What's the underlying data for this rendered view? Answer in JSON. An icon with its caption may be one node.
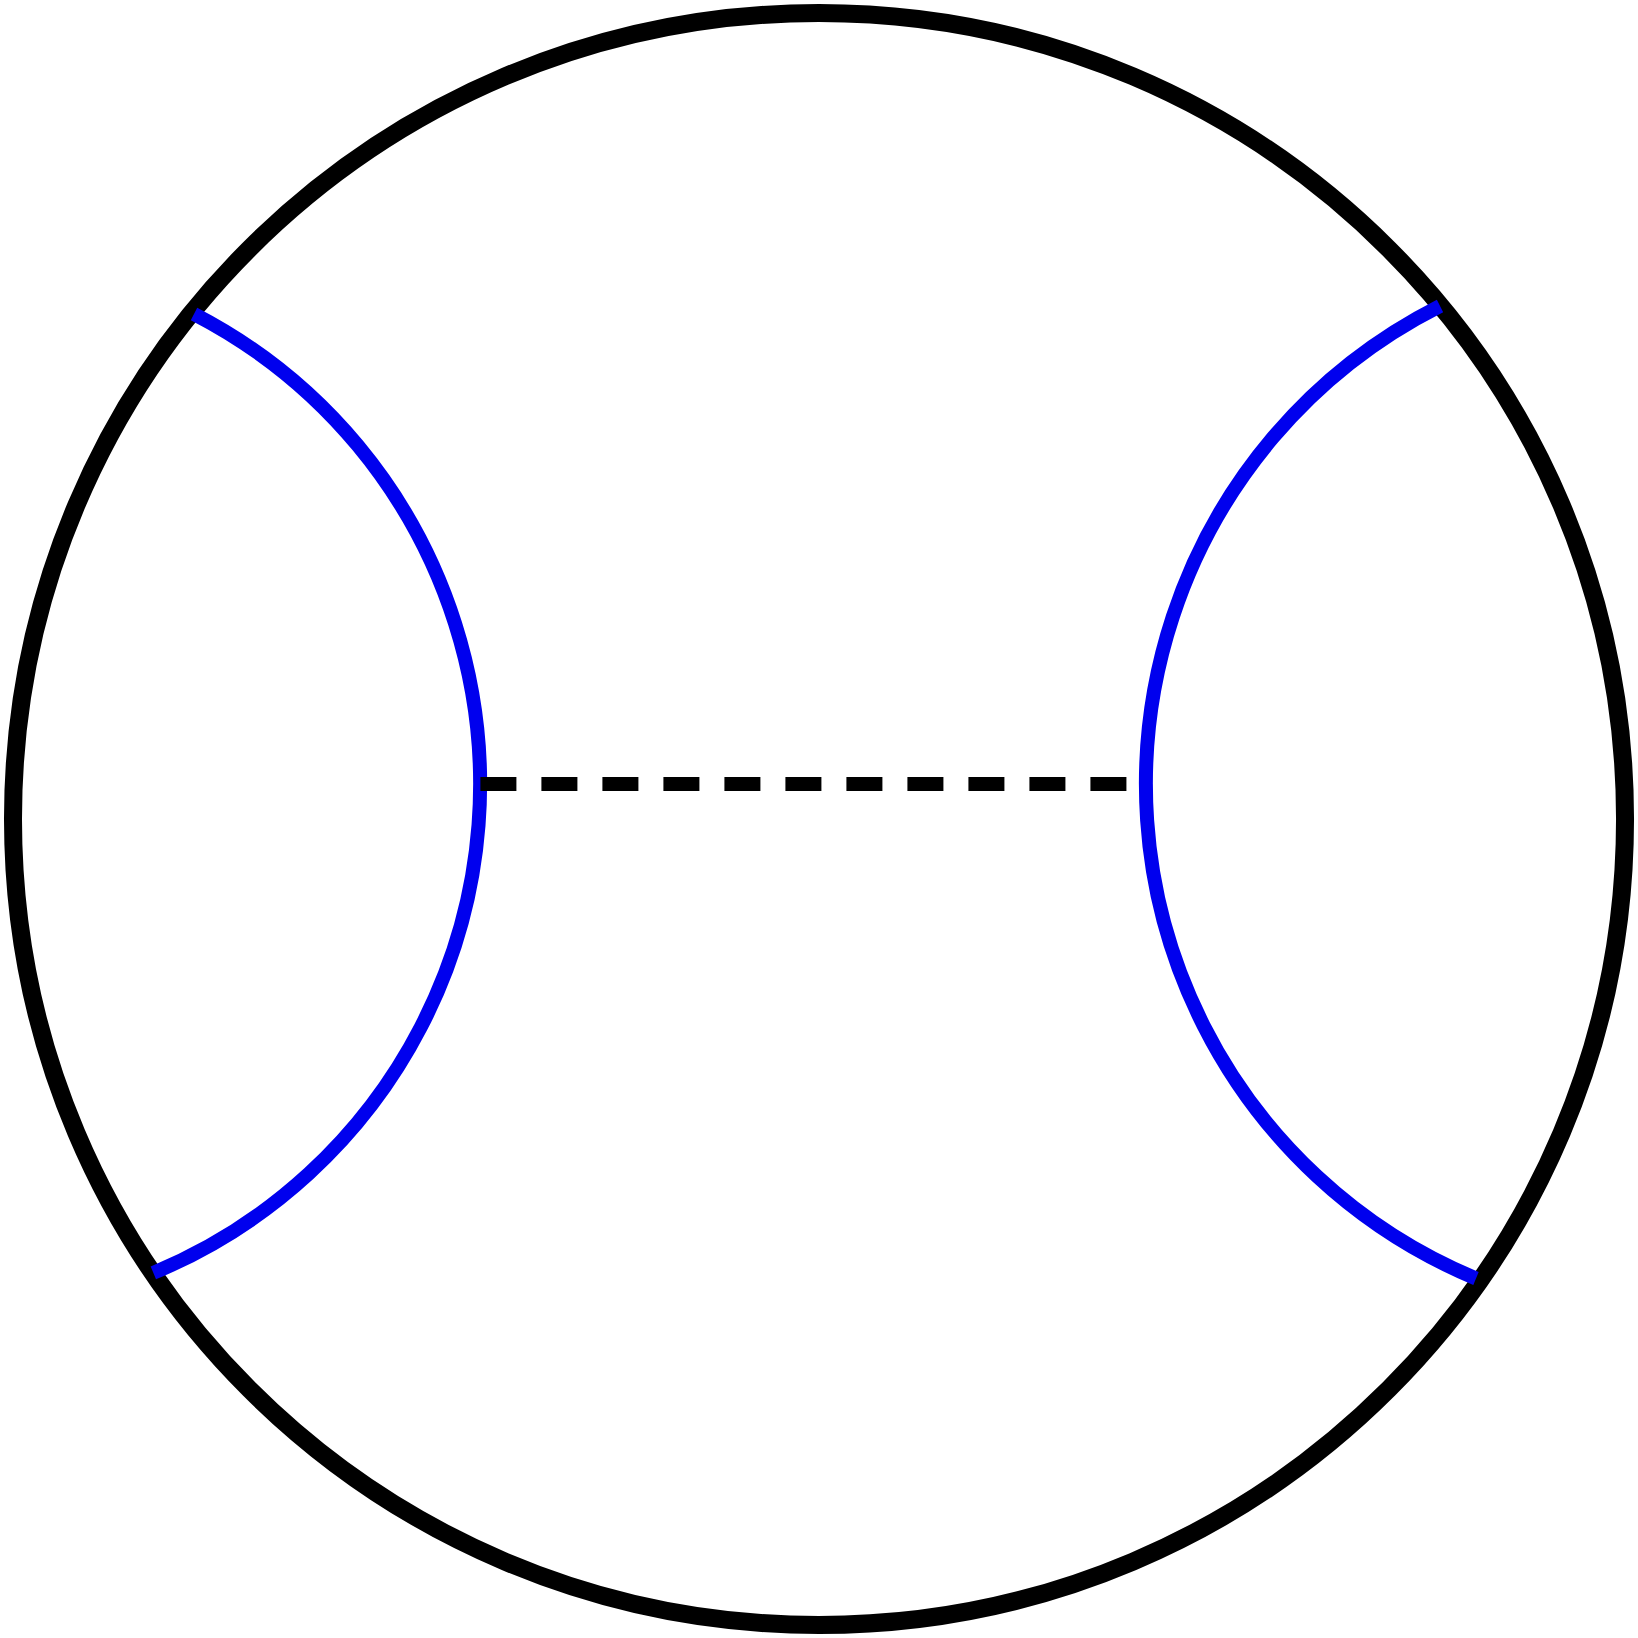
{
  "diagram": {
    "nodes": [
      {
        "text": [],
        "shape": "circle"
      },
      {
        "text": [],
        "shape": "arc",
        "in": 0
      },
      {
        "text": [],
        "shape": "arc",
        "in": 0
      }
    ],
    "edges": [
      {
        "from": 1,
        "to": 2,
        "arrow": "none",
        "style": "dashed"
      }
    ]
  }
}
